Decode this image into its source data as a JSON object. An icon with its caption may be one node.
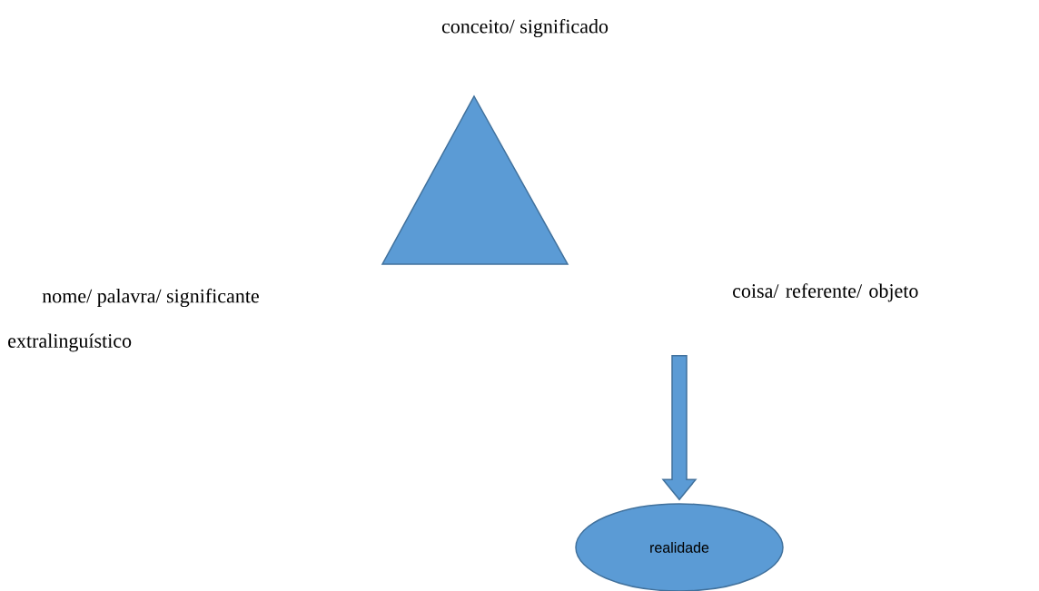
{
  "diagram": {
    "nodes": [
      {
        "text": [],
        "shape": "triangle"
      },
      {
        "text": [
          "coisa/ referente/ objeto extralinguístico"
        ]
      },
      {
        "text": [
          "realidade"
        ]
      }
    ],
    "edges": [
      {
        "from": 1,
        "to": 2,
        "arrow": "to"
      }
    ],
    "labels": [
      "conceito/ significado",
      "nome/ palavra/ significante"
    ]
  }
}
